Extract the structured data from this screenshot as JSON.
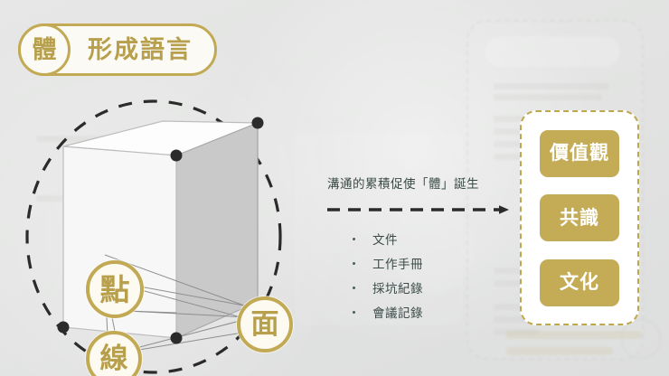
{
  "slide": {
    "title": {
      "badge_char": "體",
      "text": "形成語言"
    },
    "diagram": {
      "nodes": [
        {
          "id": "point",
          "label": "點"
        },
        {
          "id": "line",
          "label": "線"
        },
        {
          "id": "face",
          "label": "面"
        }
      ],
      "shape": "cube",
      "enclosure": "dashed-circle"
    },
    "flow": {
      "caption": "溝通的累積促使「體」誕生",
      "arrow": "dashed-arrow-right",
      "items": [
        "文件",
        "工作手冊",
        "採坑紀錄",
        "會議記錄"
      ]
    },
    "outcome_panel": {
      "border_style": "dashed",
      "boxes": [
        "價值觀",
        "共識",
        "文化"
      ]
    }
  },
  "colors": {
    "background": "#e3e4e3",
    "gold": "#c4ac56",
    "gold_border": "#c2aa55",
    "gold_text": "#b79f4c",
    "cream": "#fbfaf4",
    "slate_text": "#3b4b48",
    "dash_dark": "#2b2b2b",
    "cube_front": "#f7f7f7",
    "cube_side": "#c9c9c9",
    "cube_top": "#fdfdfd"
  }
}
